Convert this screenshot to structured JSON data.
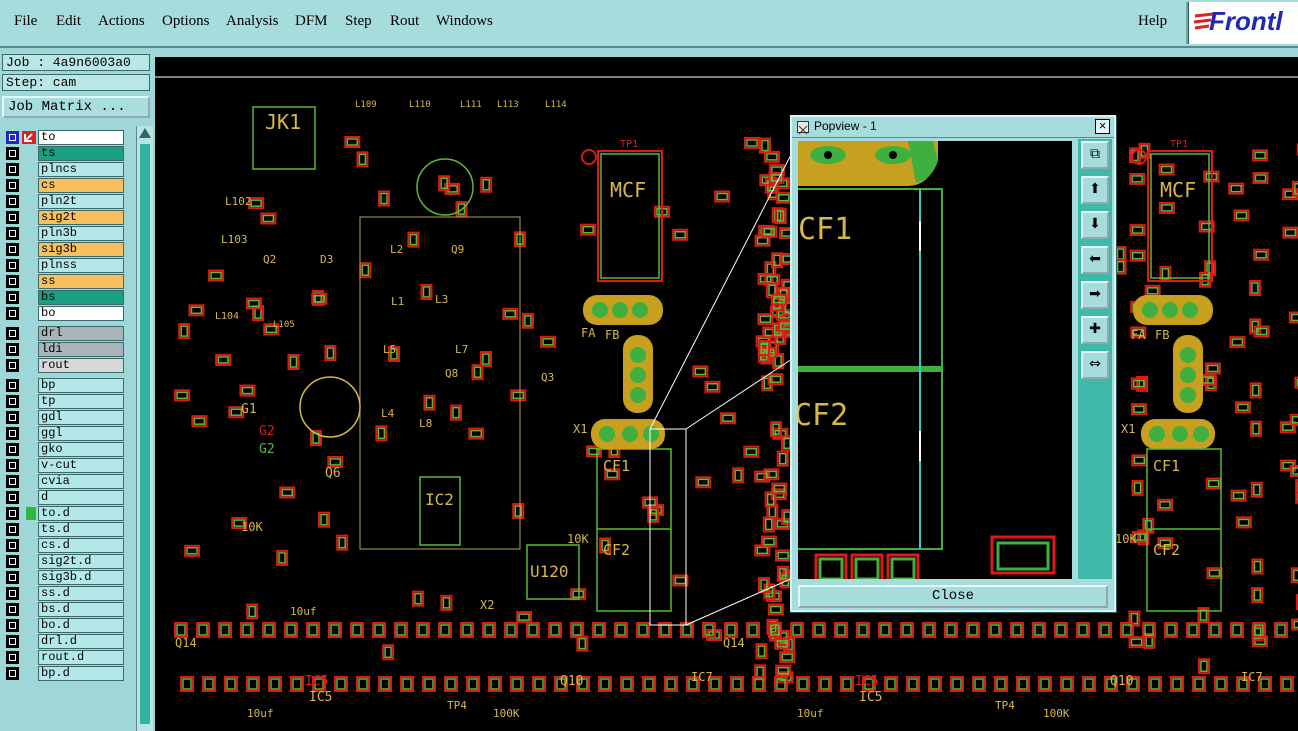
{
  "menubar": {
    "items": [
      "File",
      "Edit",
      "Actions",
      "Options",
      "Analysis",
      "DFM",
      "Step",
      "Rout",
      "Windows"
    ],
    "help": "Help",
    "logo_text": "Frontl"
  },
  "job_info": {
    "job": "Job : 4a9n6003a0",
    "step": "Step: cam",
    "job_matrix_button": "Job Matrix ..."
  },
  "layers": [
    {
      "name": "to",
      "color": "#ffffff",
      "flag": "arrow"
    },
    {
      "name": "ts",
      "color": "#1a9f7f"
    },
    {
      "name": "plncs",
      "color": "#b4e8e8"
    },
    {
      "name": "cs",
      "color": "#f7c05a"
    },
    {
      "name": "pln2t",
      "color": "#b4e8e8"
    },
    {
      "name": "sig2t",
      "color": "#f7c05a"
    },
    {
      "name": "pln3b",
      "color": "#b4e8e8"
    },
    {
      "name": "sig3b",
      "color": "#f7c05a"
    },
    {
      "name": "plnss",
      "color": "#b4e8e8"
    },
    {
      "name": "ss",
      "color": "#f7c05a"
    },
    {
      "name": "bs",
      "color": "#1a9f7f"
    },
    {
      "name": "bo",
      "color": "#ffffff"
    },
    {
      "name": "drl",
      "color": "#a8b4b8"
    },
    {
      "name": "ldi",
      "color": "#a8b4b8"
    },
    {
      "name": "rout",
      "color": "#d8d8d8"
    },
    {
      "name": "bp",
      "color": "#b4e8e8"
    },
    {
      "name": "tp",
      "color": "#b4e8e8"
    },
    {
      "name": "gdl",
      "color": "#b4e8e8"
    },
    {
      "name": "ggl",
      "color": "#b4e8e8"
    },
    {
      "name": "gko",
      "color": "#b4e8e8"
    },
    {
      "name": "v-cut",
      "color": "#b4e8e8"
    },
    {
      "name": "cvia",
      "color": "#b4e8e8"
    },
    {
      "name": "d",
      "color": "#b4e8e8"
    },
    {
      "name": "to.d",
      "color": "#b4e8e8",
      "flag": "green"
    },
    {
      "name": "ts.d",
      "color": "#b4e8e8"
    },
    {
      "name": "cs.d",
      "color": "#b4e8e8"
    },
    {
      "name": "sig2t.d",
      "color": "#b4e8e8"
    },
    {
      "name": "sig3b.d",
      "color": "#b4e8e8"
    },
    {
      "name": "ss.d",
      "color": "#b4e8e8"
    },
    {
      "name": "bs.d",
      "color": "#b4e8e8"
    },
    {
      "name": "bo.d",
      "color": "#b4e8e8"
    },
    {
      "name": "drl.d",
      "color": "#b4e8e8"
    },
    {
      "name": "rout.d",
      "color": "#b4e8e8"
    },
    {
      "name": "bp.d",
      "color": "#b4e8e8"
    }
  ],
  "pcb_labels": {
    "jk1": "JK1",
    "mcf": "MCF",
    "cf1": "CF1",
    "cf2": "CF2",
    "ic2": "IC2",
    "u120": "U120",
    "g1": "G1",
    "g2": "G2",
    "q6": "Q6",
    "q10": "Q10",
    "q14": "Q14",
    "ic5": "IC5",
    "ic7": "IC7",
    "x1": "X1",
    "x2": "X2",
    "tp1": "TP1",
    "tp4": "TP4",
    "fa": "FA",
    "fb": "FB",
    "l102": "L102",
    "l103": "L103",
    "l104": "L104",
    "l105": "L105",
    "q2": "Q2",
    "d3": "D3",
    "q3": "Q3",
    "q8": "Q8",
    "q9": "Q9",
    "l1": "L1",
    "l2": "L2",
    "l3": "L3",
    "l4": "L4",
    "l5": "L5",
    "l7": "L7",
    "l8": "L8",
    "l109": "L109",
    "l110": "L110",
    "l111": "L111",
    "l113": "L113",
    "l114": "L114",
    "10k": "10K",
    "100k": "100K",
    "10uf": "10uf"
  },
  "popview": {
    "title": "Popview - 1",
    "close_button": "Close",
    "zoom_labels": [
      "CF1",
      "CF2"
    ]
  },
  "colors": {
    "pad_red": "#e01818",
    "pad_green": "#5fb836",
    "silk_yellow": "#d6b84a",
    "outline_gold": "#b8a050"
  }
}
